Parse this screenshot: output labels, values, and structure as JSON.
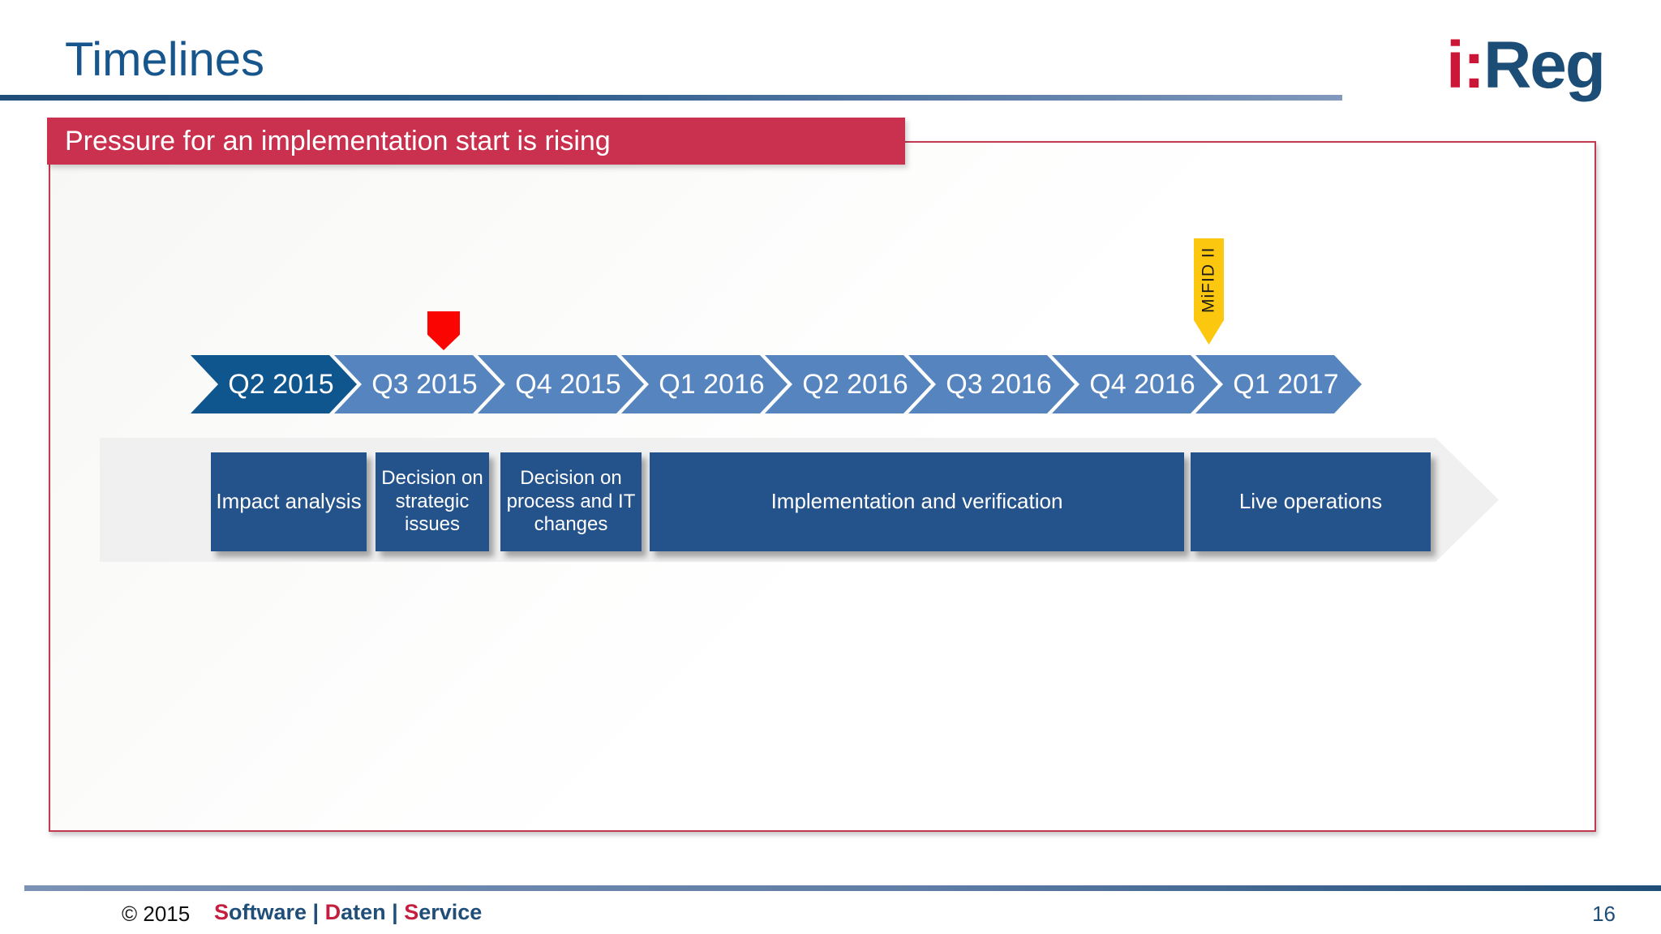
{
  "header": {
    "title": "Timelines",
    "logo": {
      "prefix": "i:",
      "name": "Reg"
    }
  },
  "banner": {
    "text": "Pressure for an implementation start is rising"
  },
  "timeline": {
    "quarters": [
      {
        "label": "Q2 2015",
        "highlight": true
      },
      {
        "label": "Q3 2015",
        "highlight": false
      },
      {
        "label": "Q4 2015",
        "highlight": false
      },
      {
        "label": "Q1 2016",
        "highlight": false
      },
      {
        "label": "Q2 2016",
        "highlight": false
      },
      {
        "label": "Q3 2016",
        "highlight": false
      },
      {
        "label": "Q4 2016",
        "highlight": false
      },
      {
        "label": "Q1 2017",
        "highlight": false
      }
    ],
    "marker": {
      "at_quarter": "Q3 2015"
    },
    "tag": {
      "label": "MiFID II",
      "at_quarter": "Q1 2017"
    }
  },
  "phases": [
    {
      "label": "Impact analysis"
    },
    {
      "label": "Decision on strategic issues"
    },
    {
      "label": "Decision on process and IT changes"
    },
    {
      "label": "Implementation and verification"
    },
    {
      "label": "Live operations"
    }
  ],
  "footer": {
    "copyright": "© 2015",
    "brand": [
      "S",
      "oftware",
      " | ",
      "D",
      "aten",
      " | ",
      "S",
      "ervice"
    ],
    "page_number": "16"
  },
  "colors": {
    "title_blue": "#16568d",
    "rule_dark": "#1f4e79",
    "rule_light": "#8298bd",
    "banner_red": "#c9314e",
    "frame_border_red": "#c23a52",
    "chevron_dark": "#10568e",
    "chevron_light": "#5584be",
    "marker_red": "#fb0502",
    "tag_yellow": "#fcc70f",
    "phase_blue": "#24528a",
    "phase_band_gray": "#f0f0f1",
    "logo_red": "#cc1638",
    "logo_blue": "#1c4d77",
    "brand_red": "#c41f3e",
    "brand_blue": "#1f4e79"
  }
}
